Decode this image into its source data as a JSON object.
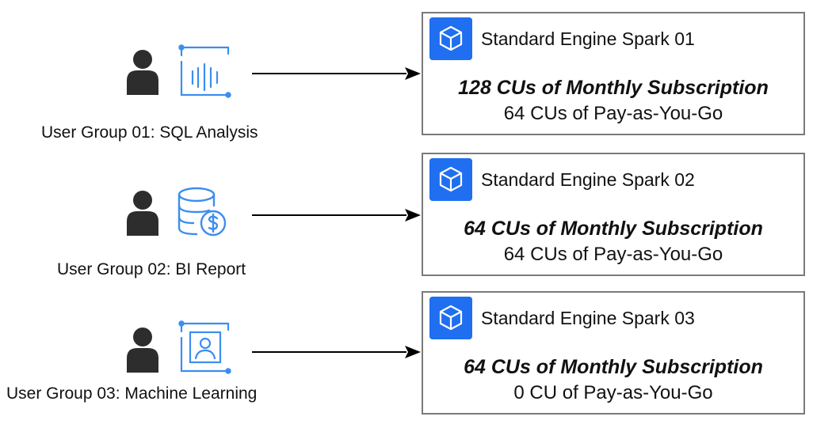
{
  "colors": {
    "accent": "#1f6ff0",
    "icon_line": "#3b8ef0",
    "person": "#2d2d2d",
    "box_border": "#7a7a7a",
    "arrow": "#000000"
  },
  "groups": [
    {
      "label": "User Group 01: SQL Analysis",
      "icon": "sql-analysis-chart-icon",
      "engine": {
        "title": "Standard Engine Spark 01",
        "monthly": "128 CUs of Monthly Subscription",
        "paygo": "64 CUs of Pay-as-You-Go",
        "icon": "cube-icon"
      }
    },
    {
      "label": "User Group 02: BI Report",
      "icon": "database-dollar-icon",
      "engine": {
        "title": "Standard Engine Spark 02",
        "monthly": "64 CUs of Monthly Subscription",
        "paygo": "64 CUs of Pay-as-You-Go",
        "icon": "cube-icon"
      }
    },
    {
      "label": "User Group 03: Machine Learning",
      "icon": "portrait-frame-icon",
      "engine": {
        "title": "Standard Engine Spark 03",
        "monthly": "64 CUs of Monthly Subscription",
        "paygo": "0 CU of Pay-as-You-Go",
        "icon": "cube-icon"
      }
    }
  ]
}
